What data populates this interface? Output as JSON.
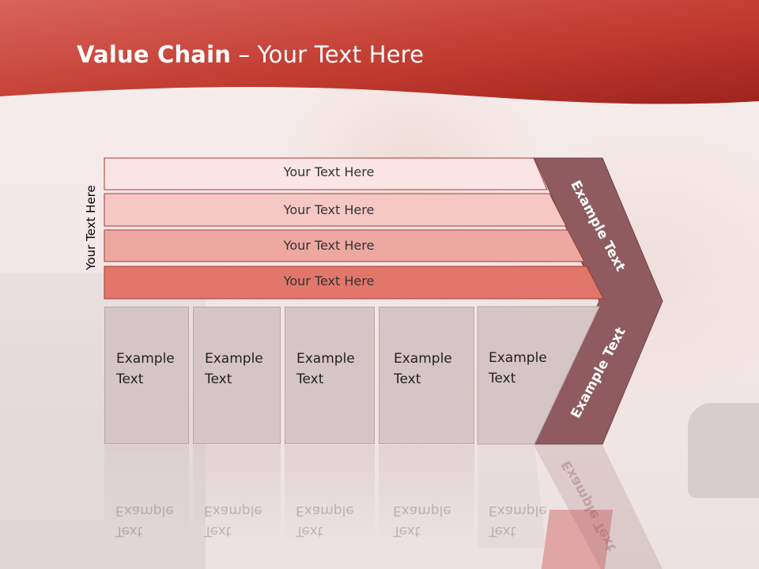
{
  "slide": {
    "title_bold": "Value Chain",
    "title_rest": " – Your Text Here",
    "vertical_label": "Your Text Here"
  },
  "bars": [
    {
      "label": "Your Text Here",
      "color": "#fbe5e5"
    },
    {
      "label": "Your Text Here",
      "color": "#f5c8c4"
    },
    {
      "label": "Your Text Here",
      "color": "#eda8a2"
    },
    {
      "label": "Your Text Here",
      "color": "#e2766b"
    }
  ],
  "boxes": [
    {
      "line1": "Example",
      "line2": "Text"
    },
    {
      "line1": "Example",
      "line2": "Text"
    },
    {
      "line1": "Example",
      "line2": "Text"
    },
    {
      "line1": "Example",
      "line2": "Text"
    },
    {
      "line1": "Example",
      "line2": "Text"
    }
  ],
  "chevron": {
    "upper_label": "Example Text",
    "lower_label": "Example Text",
    "color": "#8f5b5e"
  },
  "colors": {
    "banner_dark": "#a52a22",
    "banner_light": "#d9645a",
    "box_fill": "#d6c5c6"
  }
}
